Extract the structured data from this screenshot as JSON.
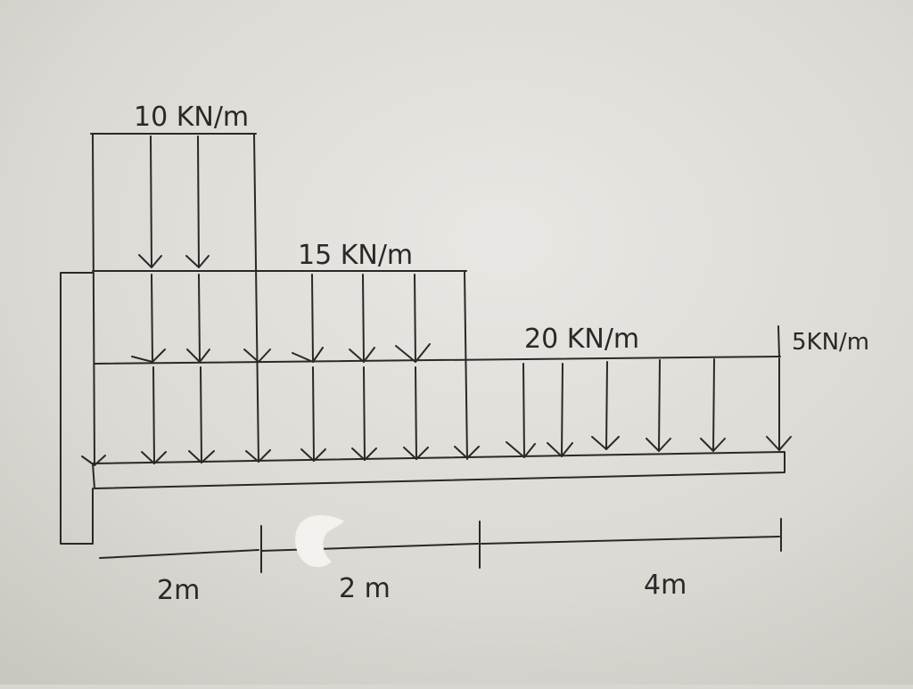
{
  "diagram": {
    "loads": [
      {
        "label": "10 KN/m"
      },
      {
        "label": "15 KN/m"
      },
      {
        "label": "20 KN/m"
      },
      {
        "label": "5KN/m"
      }
    ],
    "spans": [
      {
        "label": "2m"
      },
      {
        "label": "2 m"
      },
      {
        "label": "4m"
      }
    ],
    "colors": {
      "ink": "#2a2828",
      "paper_light": "#e7e5e1",
      "paper_dark": "#cfcbc6"
    }
  }
}
